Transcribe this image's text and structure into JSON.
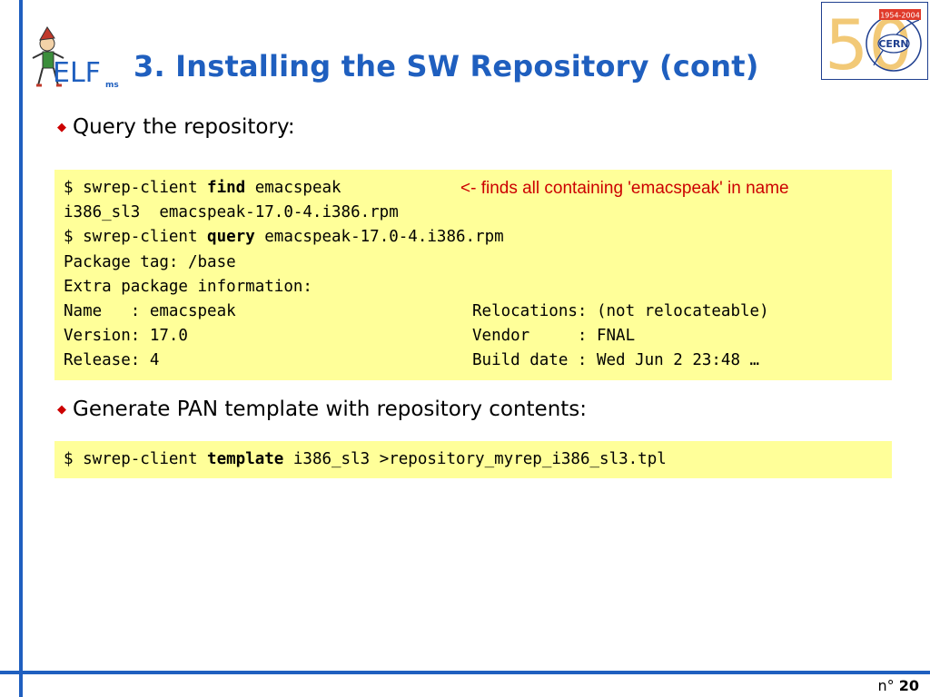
{
  "slide": {
    "title": "3. Installing the SW Repository (cont)",
    "page_prefix": "n°",
    "page_number": "20"
  },
  "logos": {
    "elf_text": "ELF",
    "elf_sub": "ms",
    "cern_years": "1954-2004",
    "cern_text": "CERN",
    "cern_anniversary": "50"
  },
  "bullets": [
    {
      "text": "Query the repository:"
    },
    {
      "text": "Generate PAN template with repository contents:"
    }
  ],
  "code1": {
    "l1_pre": "$ swrep-client ",
    "l1_cmd": "find",
    "l1_post": " emacspeak",
    "l1_comment": "<- finds all containing 'emacspeak' in name",
    "l2": "i386_sl3  emacspeak-17.0-4.i386.rpm",
    "l3_pre": "$ swrep-client ",
    "l3_cmd": "query",
    "l3_post": " emacspeak-17.0-4.i386.rpm",
    "l4": "Package tag: /base",
    "l5": "Extra package information:",
    "l6_left": "Name   : emacspeak",
    "l6_right": "Relocations: (not relocateable)",
    "l7_left": "Version: 17.0",
    "l7_right": "Vendor     : FNAL",
    "l8_left": "Release: 4",
    "l8_right": "Build date : Wed Jun 2 23:48 …"
  },
  "code2": {
    "l1_pre": "$ swrep-client ",
    "l1_cmd": "template",
    "l1_post": " i386_sl3 >repository_myrep_i386_sl3.tpl"
  },
  "colors": {
    "accent_blue": "#1f5fbf",
    "code_bg": "#ffff99",
    "comment_red": "#cc0000"
  }
}
